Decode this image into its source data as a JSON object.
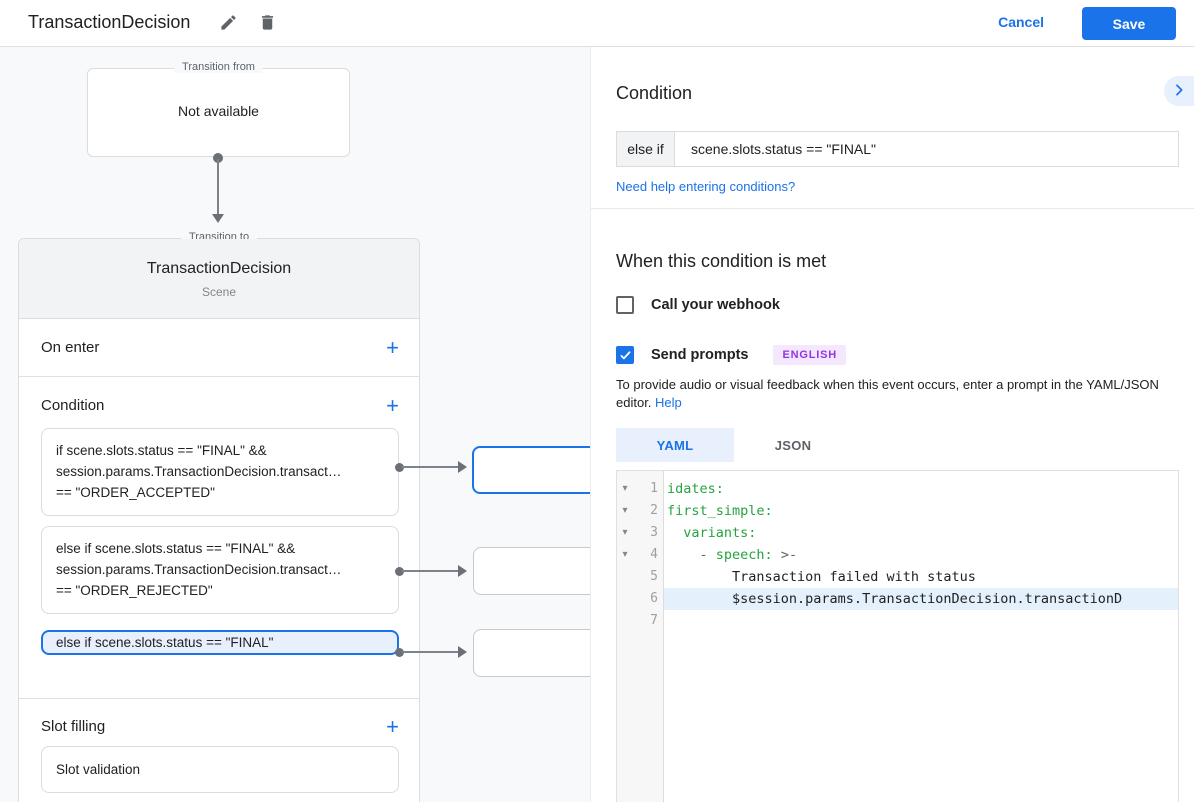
{
  "header": {
    "title": "TransactionDecision",
    "cancel_label": "Cancel",
    "save_label": "Save"
  },
  "icons": {
    "plus": "+",
    "fold_arrow": "▾"
  },
  "flow": {
    "transition_from": {
      "legend": "Transition from",
      "value": "Not available"
    },
    "transition_to": {
      "legend": "Transition to",
      "title": "TransactionDecision",
      "subtitle": "Scene"
    },
    "sections": {
      "on_enter": "On enter",
      "condition": "Condition",
      "slot_filling": "Slot filling"
    },
    "conditions": [
      {
        "selected": false,
        "lines": [
          "if scene.slots.status == \"FINAL\" &&",
          "session.params.TransactionDecision.transact…",
          "== \"ORDER_ACCEPTED\""
        ]
      },
      {
        "selected": false,
        "lines": [
          "else if scene.slots.status == \"FINAL\" &&",
          "session.params.TransactionDecision.transact…",
          "== \"ORDER_REJECTED\""
        ]
      },
      {
        "selected": true,
        "lines": [
          "else if scene.slots.status == \"FINAL\""
        ]
      }
    ],
    "slot_items": {
      "0": "Slot validation"
    }
  },
  "panel": {
    "condition_title": "Condition",
    "condition_prefix": "else if",
    "condition_value": "scene.slots.status == \"FINAL\"",
    "help_link": "Need help entering conditions?",
    "when_title": "When this condition is met",
    "webhook_label": "Call your webhook",
    "webhook_checked": false,
    "prompts_label": "Send prompts",
    "prompts_checked": true,
    "language_badge": "ENGLISH",
    "description": "To provide audio or visual feedback when this event occurs, enter a prompt in the YAML/JSON editor.",
    "description_link": "Help",
    "tabs": [
      {
        "label": "YAML",
        "active": true
      },
      {
        "label": "JSON",
        "active": false
      }
    ],
    "editor": {
      "lines": [
        {
          "num": 1,
          "fold": true,
          "highlight": false,
          "segments": [
            {
              "text": "idates:",
              "kind": "key"
            }
          ]
        },
        {
          "num": 2,
          "fold": true,
          "highlight": false,
          "segments": [
            {
              "text": "first_simple:",
              "kind": "key"
            }
          ]
        },
        {
          "num": 3,
          "fold": true,
          "highlight": false,
          "segments": [
            {
              "text": "  ",
              "kind": "plain"
            },
            {
              "text": "variants:",
              "kind": "key"
            }
          ]
        },
        {
          "num": 4,
          "fold": true,
          "highlight": false,
          "segments": [
            {
              "text": "    ",
              "kind": "plain"
            },
            {
              "text": "- ",
              "kind": "meta"
            },
            {
              "text": "speech:",
              "kind": "key"
            },
            {
              "text": " >-",
              "kind": "meta"
            }
          ]
        },
        {
          "num": 5,
          "fold": false,
          "highlight": false,
          "segments": [
            {
              "text": "        Transaction failed with status",
              "kind": "plain"
            }
          ]
        },
        {
          "num": 6,
          "fold": false,
          "highlight": true,
          "segments": [
            {
              "text": "        $session.params.TransactionDecision.transactionD",
              "kind": "plain"
            }
          ]
        },
        {
          "num": 7,
          "fold": false,
          "highlight": false,
          "segments": []
        }
      ]
    }
  },
  "colors": {
    "accent_blue": "#1a73e8",
    "selected_fill": "#e8f0fe",
    "badge_bg": "#f3e8fd",
    "badge_text": "#9334e6",
    "code_key_green": "#27a33f",
    "line_highlight": "#e4f0fb"
  }
}
